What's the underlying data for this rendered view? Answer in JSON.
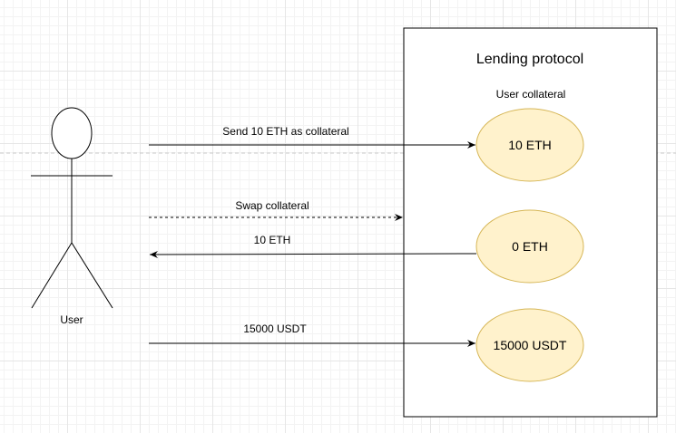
{
  "actor": {
    "label": "User"
  },
  "protocol": {
    "title": "Lending protocol",
    "collateral_label": "User collateral",
    "balances": [
      "10 ETH",
      "0 ETH",
      "15000 USDT"
    ]
  },
  "flows": {
    "send_collateral": "Send 10 ETH as collateral",
    "swap_collateral": "Swap collateral",
    "eth_returned": "10 ETH",
    "usdt_deposit": "15000 USDT"
  },
  "colors": {
    "ellipse_fill": "#fff2cc",
    "ellipse_stroke": "#d6b656",
    "line": "#000000"
  }
}
